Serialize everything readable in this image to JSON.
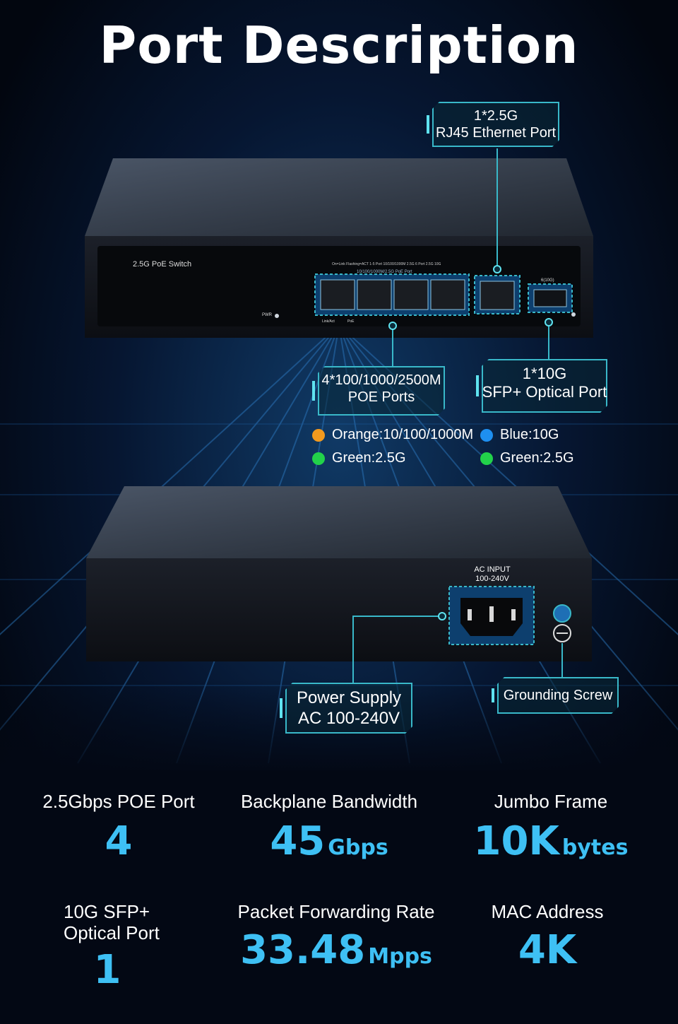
{
  "title": "Port Description",
  "front_panel": {
    "model_label": "2.5G PoE Switch",
    "pwr_label": "PWR",
    "led_legend": "On=Link  Flashing=ACT  1-5 Port  10/100/1000M  2.5G  6 Port  2.5G  10G",
    "poe_port_label": "10/100/1000M/2.5G PoE Port",
    "link_act_label": "Link/Act",
    "poe_label": "PoE",
    "sfp_label": "6(10G)"
  },
  "callouts": {
    "rj45": [
      "1*2.5G",
      "RJ45 Ethernet Port"
    ],
    "poe": [
      "4*100/1000/2500M",
      "POE Ports"
    ],
    "sfp": [
      "1*10G",
      "SFP+ Optical Port"
    ],
    "power": [
      "Power Supply",
      "AC  100-240V"
    ],
    "ground": [
      "Grounding Screw"
    ]
  },
  "legend": {
    "left": [
      {
        "color": "#f39a1e",
        "text": "Orange:10/100/1000M"
      },
      {
        "color": "#22d24a",
        "text": "Green:2.5G"
      }
    ],
    "right": [
      {
        "color": "#1e8ff0",
        "text": "Blue:10G"
      },
      {
        "color": "#22d24a",
        "text": "Green:2.5G"
      }
    ]
  },
  "rear_panel": {
    "ac_input_label": "AC INPUT",
    "ac_voltage_label": "100-240V"
  },
  "stats": [
    {
      "label": "2.5Gbps POE Port",
      "value": "4",
      "unit": ""
    },
    {
      "label": "Backplane Bandwidth",
      "value": "45",
      "unit": "Gbps"
    },
    {
      "label": "Jumbo Frame",
      "value": "10K",
      "unit": "bytes"
    },
    {
      "label": "10G SFP+\nOptical Port",
      "value": "1",
      "unit": ""
    },
    {
      "label": "Packet Forwarding Rate",
      "value": "33.48",
      "unit": "Mpps"
    },
    {
      "label": "MAC  Address",
      "value": "4K",
      "unit": ""
    }
  ],
  "colors": {
    "accent": "#3ec0f4",
    "callout_border": "#39b8c9"
  }
}
